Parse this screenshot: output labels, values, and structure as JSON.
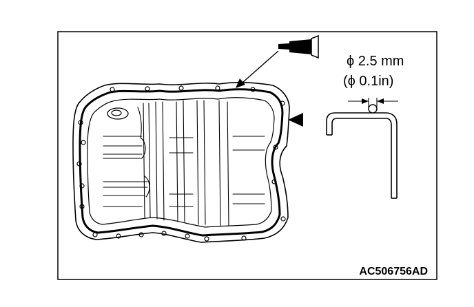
{
  "diagram": {
    "dimension_mm": "ϕ 2.5 mm",
    "dimension_in": "(ϕ 0.1in)",
    "figure_code": "AC506756AD"
  },
  "colors": {
    "line": "#000000",
    "background": "#ffffff"
  },
  "icons": [
    "sealant-tube-icon",
    "sealant-bead-icon",
    "oil-pan-icon"
  ]
}
